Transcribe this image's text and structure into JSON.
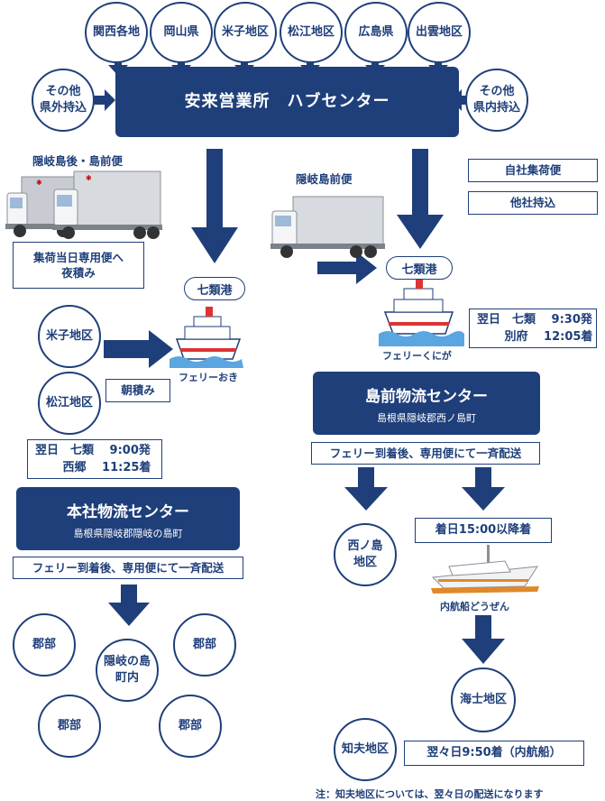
{
  "top_regions": [
    "関西各地",
    "岡山県",
    "米子地区",
    "松江地区",
    "広島県",
    "出雲地区"
  ],
  "left_outside": "その他\n県外持込",
  "right_inside": "その他\n県内持込",
  "hub_title": "安来営業所　ハブセンター",
  "left_truck_label": "隠岐島後・島前便",
  "right_truck_label": "隠岐島前便",
  "own_delivery": "自社集荷便",
  "other_company": "他社持込",
  "night_load": "集荷当日専用便へ\n夜積み",
  "left_port": "七類港",
  "right_port": "七類港",
  "yonago": "米子地区",
  "matsue": "松江地区",
  "morning_load": "朝積み",
  "ferry_oki": "フェリーおき",
  "ferry_kuniga": "フェリーくにが",
  "left_schedule": {
    "line1": "翌日　七類　 9:00発",
    "line2": "　　 西郷　 11:25着"
  },
  "right_schedule": {
    "line1": "翌日　七類　 9:30発",
    "line2": "　　 別府　 12:05着"
  },
  "main_center": {
    "title": "本社物流センター",
    "address": "島根県隠岐郡隠岐の島町"
  },
  "dozen_center": {
    "title": "島前物流センター",
    "address": "島根県隠岐郡西ノ島町"
  },
  "ferry_delivery_left": "フェリー到着後、専用便にて一斉配送",
  "ferry_delivery_right": "フェリー到着後、専用便にて一斉配送",
  "gunbu": [
    "郡部",
    "郡部",
    "郡部",
    "郡部"
  ],
  "okinoshima_town": "隠岐の島\n町内",
  "nishinoshima": "西ノ島\n地区",
  "arrival_1500": "着日15:00以降着",
  "inland_boat": "内航船どうぜん",
  "ama": "海士地区",
  "chibu": "知夫地区",
  "arrival_950": "翌々日9:50着（内航船）",
  "note": "注：知夫地区については、翌々日の配送になります",
  "colors": {
    "navy": "#1f3f7a",
    "water": "#5aa6e0",
    "truck_gray": "#9aa0a8"
  }
}
